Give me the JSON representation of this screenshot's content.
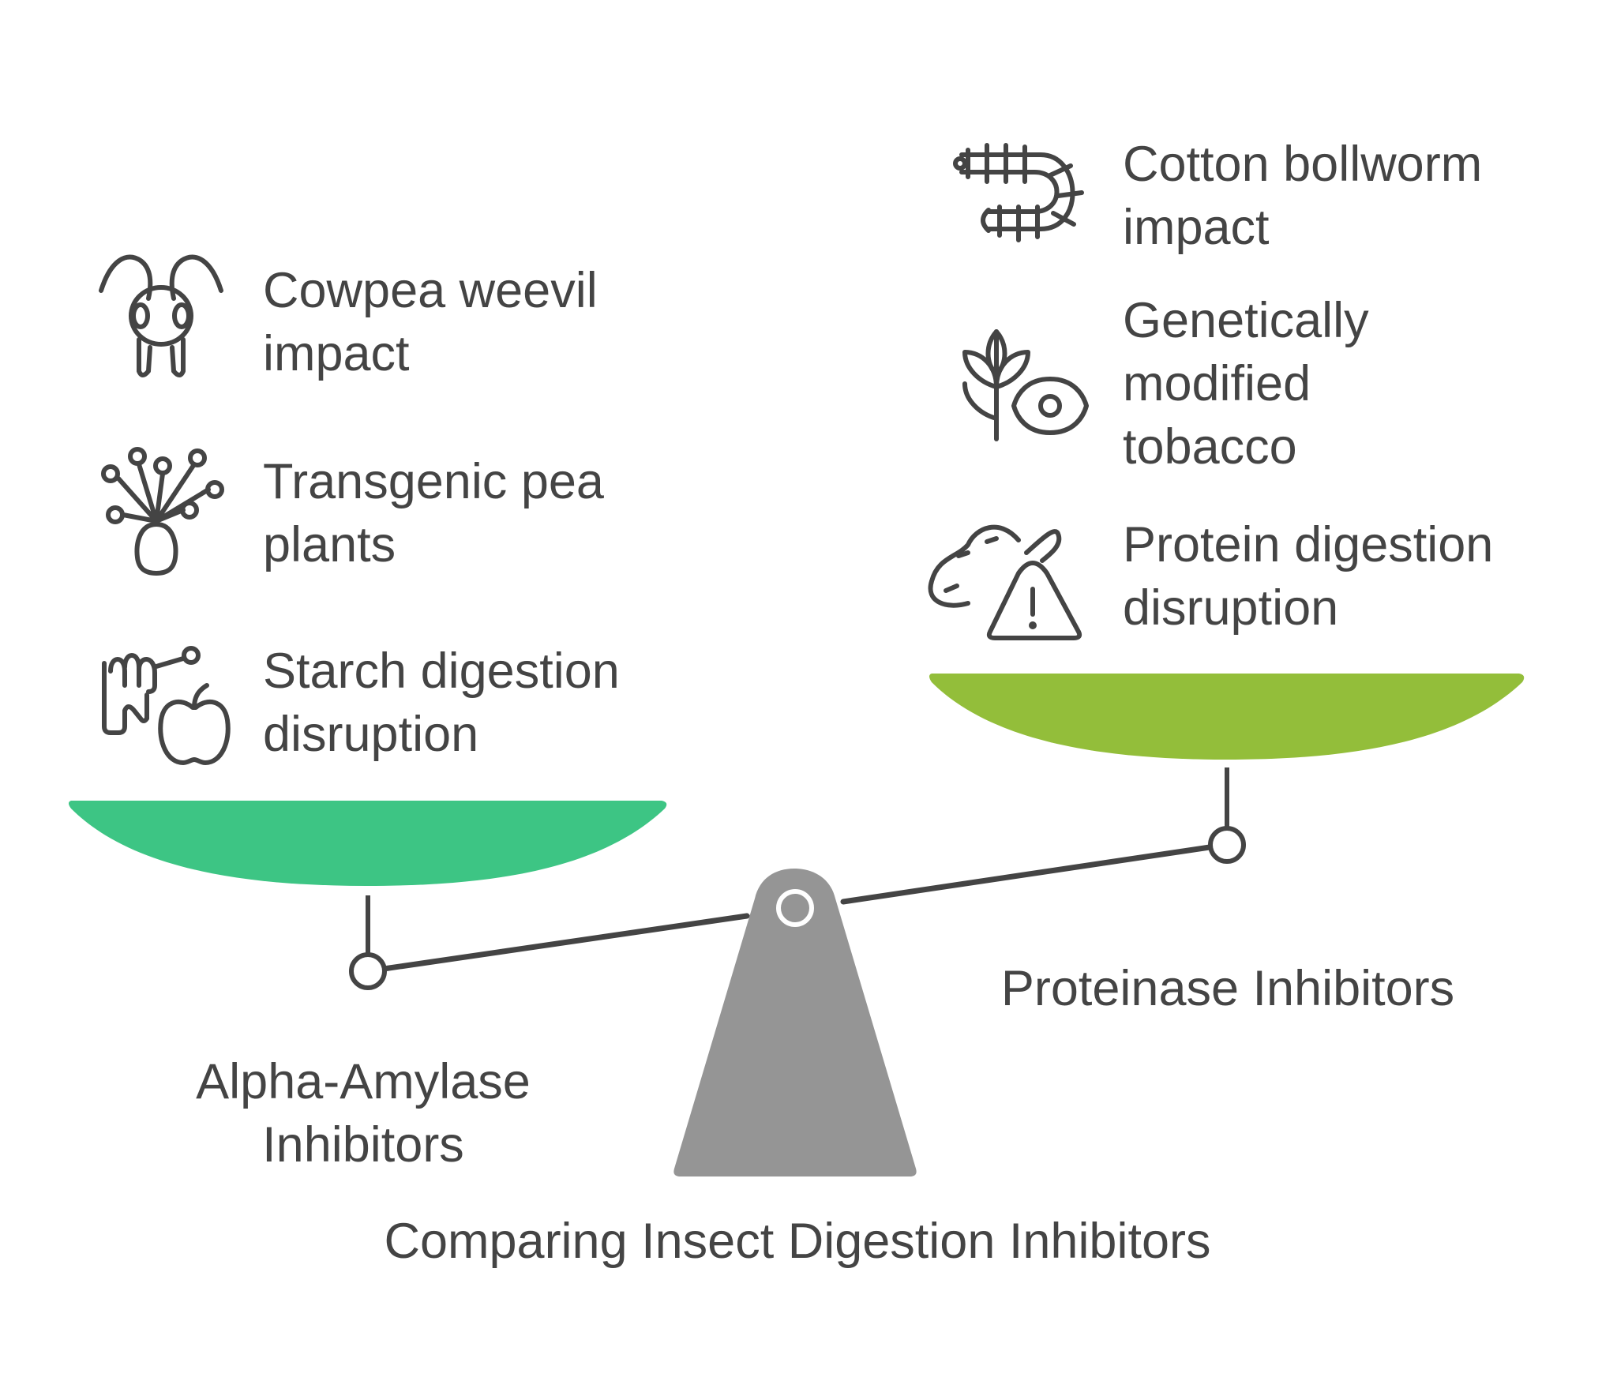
{
  "title": "Comparing Insect Digestion Inhibitors",
  "left": {
    "label_line1": "Alpha-Amylase",
    "label_line2": "Inhibitors",
    "pan_color": "#3DC584",
    "items": [
      {
        "icon": "weevil-icon",
        "line1": "Cowpea weevil",
        "line2": "impact"
      },
      {
        "icon": "pea-plant-icon",
        "line1": "Transgenic pea",
        "line2": "plants"
      },
      {
        "icon": "starch-apple-icon",
        "line1": "Starch digestion",
        "line2": "disruption"
      }
    ]
  },
  "right": {
    "label": "Proteinase Inhibitors",
    "pan_color": "#93BE3A",
    "items": [
      {
        "icon": "bollworm-icon",
        "line1": "Cotton bollworm",
        "line2": "impact"
      },
      {
        "icon": "tobacco-eye-icon",
        "line1": "Genetically",
        "line2": "modified",
        "line3": "tobacco"
      },
      {
        "icon": "peanut-warning-icon",
        "line1": "Protein digestion",
        "line2": "disruption"
      }
    ]
  },
  "colors": {
    "fulcrum": "#959595",
    "lines": "#444444",
    "text": "#444444"
  }
}
